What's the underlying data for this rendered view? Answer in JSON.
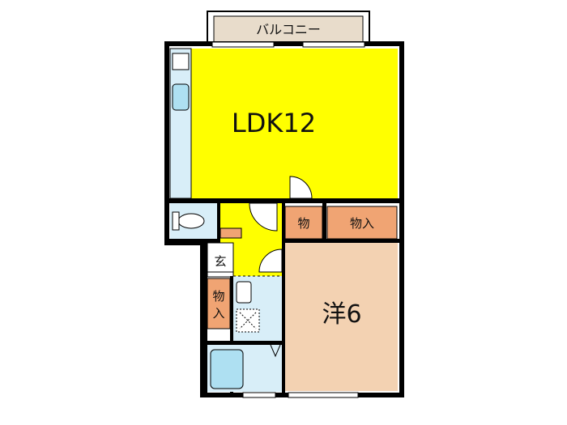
{
  "floorplan": {
    "balcony_label": "バルコニー",
    "ldk_label": "LDK12",
    "western_room_label": "洋6",
    "storage_small_label": "物",
    "storage_label": "物入",
    "closet_label_top": "物",
    "closet_label_bottom": "入",
    "entrance_label": "玄"
  },
  "colors": {
    "ldk": "#ffff00",
    "western_room": "#f3d2b2",
    "storage": "#f0a473",
    "wet_area": "#d8eef8",
    "entrance": "#ffff00",
    "wall": "#000000",
    "balcony": "#e8dccb"
  }
}
